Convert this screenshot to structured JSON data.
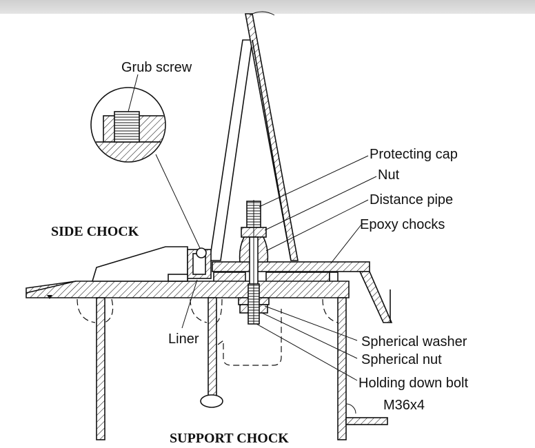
{
  "labels": {
    "grub_screw": "Grub screw",
    "protecting_cap": "Protecting cap",
    "nut": "Nut",
    "distance_pipe": "Distance pipe",
    "epoxy_chocks": "Epoxy chocks",
    "side_chock": "SIDE CHOCK",
    "liner": "Liner",
    "spherical_washer": "Spherical washer",
    "spherical_nut": "Spherical nut",
    "holding_down_bolt": "Holding down bolt",
    "bolt_size": "M36x4",
    "support_chock": "SUPPORT CHOCK"
  }
}
